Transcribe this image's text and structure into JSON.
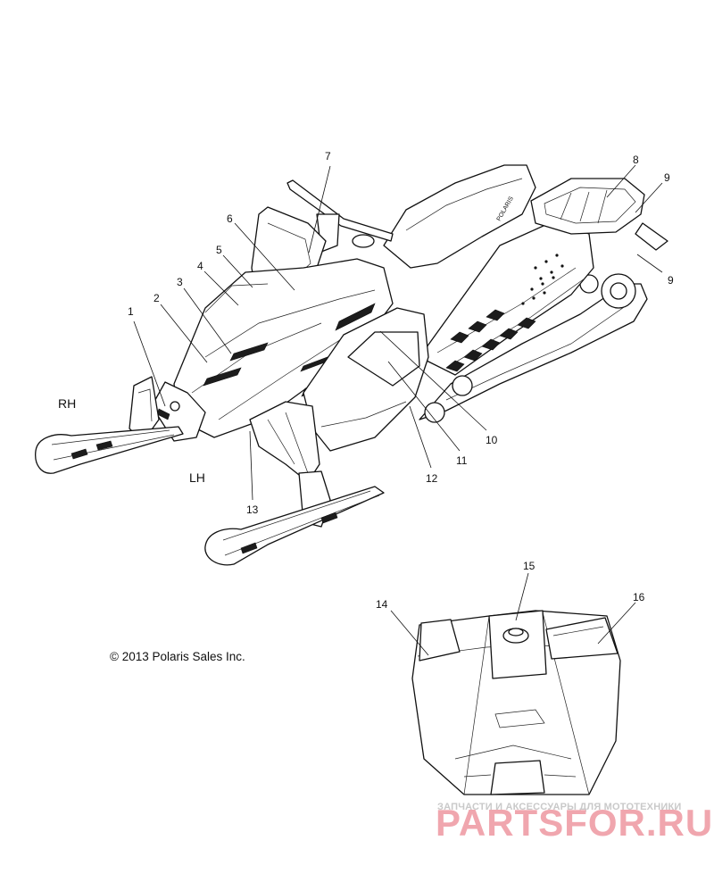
{
  "diagram": {
    "callouts": [
      "1",
      "2",
      "3",
      "4",
      "5",
      "6",
      "7",
      "8",
      "9",
      "9",
      "10",
      "11",
      "12",
      "13",
      "14",
      "15",
      "16"
    ],
    "side_labels": {
      "right": "RH",
      "left": "LH"
    },
    "copyright": "© 2013 Polaris Sales Inc.",
    "seat_brand": "POLARIS"
  },
  "watermark": {
    "tagline": "ЗАПЧАСТИ И АКСЕССУАРЫ ДЛЯ МОТОТЕХНИКИ",
    "logo_text": "PARTSFOR.RU"
  }
}
